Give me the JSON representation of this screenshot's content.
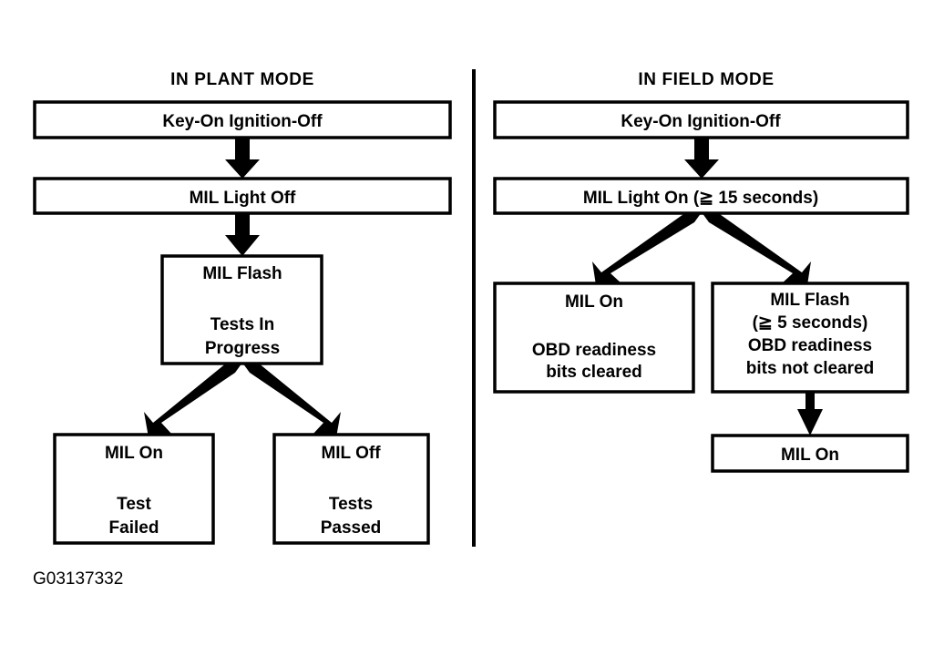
{
  "figure": {
    "caption": "G03137332",
    "background_color": "#ffffff",
    "line_color": "#000000"
  },
  "columns": [
    {
      "id": "in-plant-mode",
      "title": "IN PLANT MODE",
      "nodes": [
        {
          "id": "plant-key-on",
          "lines": [
            "Key-On Ignition-Off"
          ]
        },
        {
          "id": "plant-mil-light-off",
          "lines": [
            "MIL Light Off"
          ]
        },
        {
          "id": "plant-mil-flash",
          "lines": [
            "MIL Flash",
            "",
            "Tests In",
            "Progress"
          ]
        },
        {
          "id": "plant-mil-on",
          "lines": [
            "MIL On",
            "",
            "Test",
            "Failed"
          ]
        },
        {
          "id": "plant-mil-off",
          "lines": [
            "MIL Off",
            "",
            "Tests",
            "Passed"
          ]
        }
      ]
    },
    {
      "id": "in-field-mode",
      "title": "IN FIELD MODE",
      "nodes": [
        {
          "id": "field-key-on",
          "lines": [
            "Key-On Ignition-Off"
          ]
        },
        {
          "id": "field-mil-light-on",
          "lines": [
            "MIL Light On (≧ 15 seconds)"
          ]
        },
        {
          "id": "field-mil-on",
          "lines": [
            "MIL On",
            "",
            "OBD readiness",
            "bits cleared"
          ]
        },
        {
          "id": "field-mil-flash",
          "lines": [
            "MIL Flash",
            "(≧ 5 seconds)",
            "OBD readiness",
            "bits not cleared"
          ]
        },
        {
          "id": "field-mil-on-final",
          "lines": [
            "MIL On"
          ]
        }
      ]
    }
  ],
  "flows": [
    {
      "id": "plant-flow-1",
      "from": "plant-key-on",
      "to": "plant-mil-light-off",
      "kind": "straight-down"
    },
    {
      "id": "plant-flow-2",
      "from": "plant-mil-light-off",
      "to": "plant-mil-flash",
      "kind": "straight-down"
    },
    {
      "id": "plant-flow-3",
      "from": "plant-mil-flash",
      "to": "plant-mil-on",
      "kind": "branch-left"
    },
    {
      "id": "plant-flow-4",
      "from": "plant-mil-flash",
      "to": "plant-mil-off",
      "kind": "branch-right"
    },
    {
      "id": "field-flow-1",
      "from": "field-key-on",
      "to": "field-mil-light-on",
      "kind": "straight-down"
    },
    {
      "id": "field-flow-2",
      "from": "field-mil-light-on",
      "to": "field-mil-on",
      "kind": "branch-left"
    },
    {
      "id": "field-flow-3",
      "from": "field-mil-light-on",
      "to": "field-mil-flash",
      "kind": "branch-right"
    },
    {
      "id": "field-flow-4",
      "from": "field-mil-flash",
      "to": "field-mil-on-final",
      "kind": "straight-down"
    }
  ]
}
